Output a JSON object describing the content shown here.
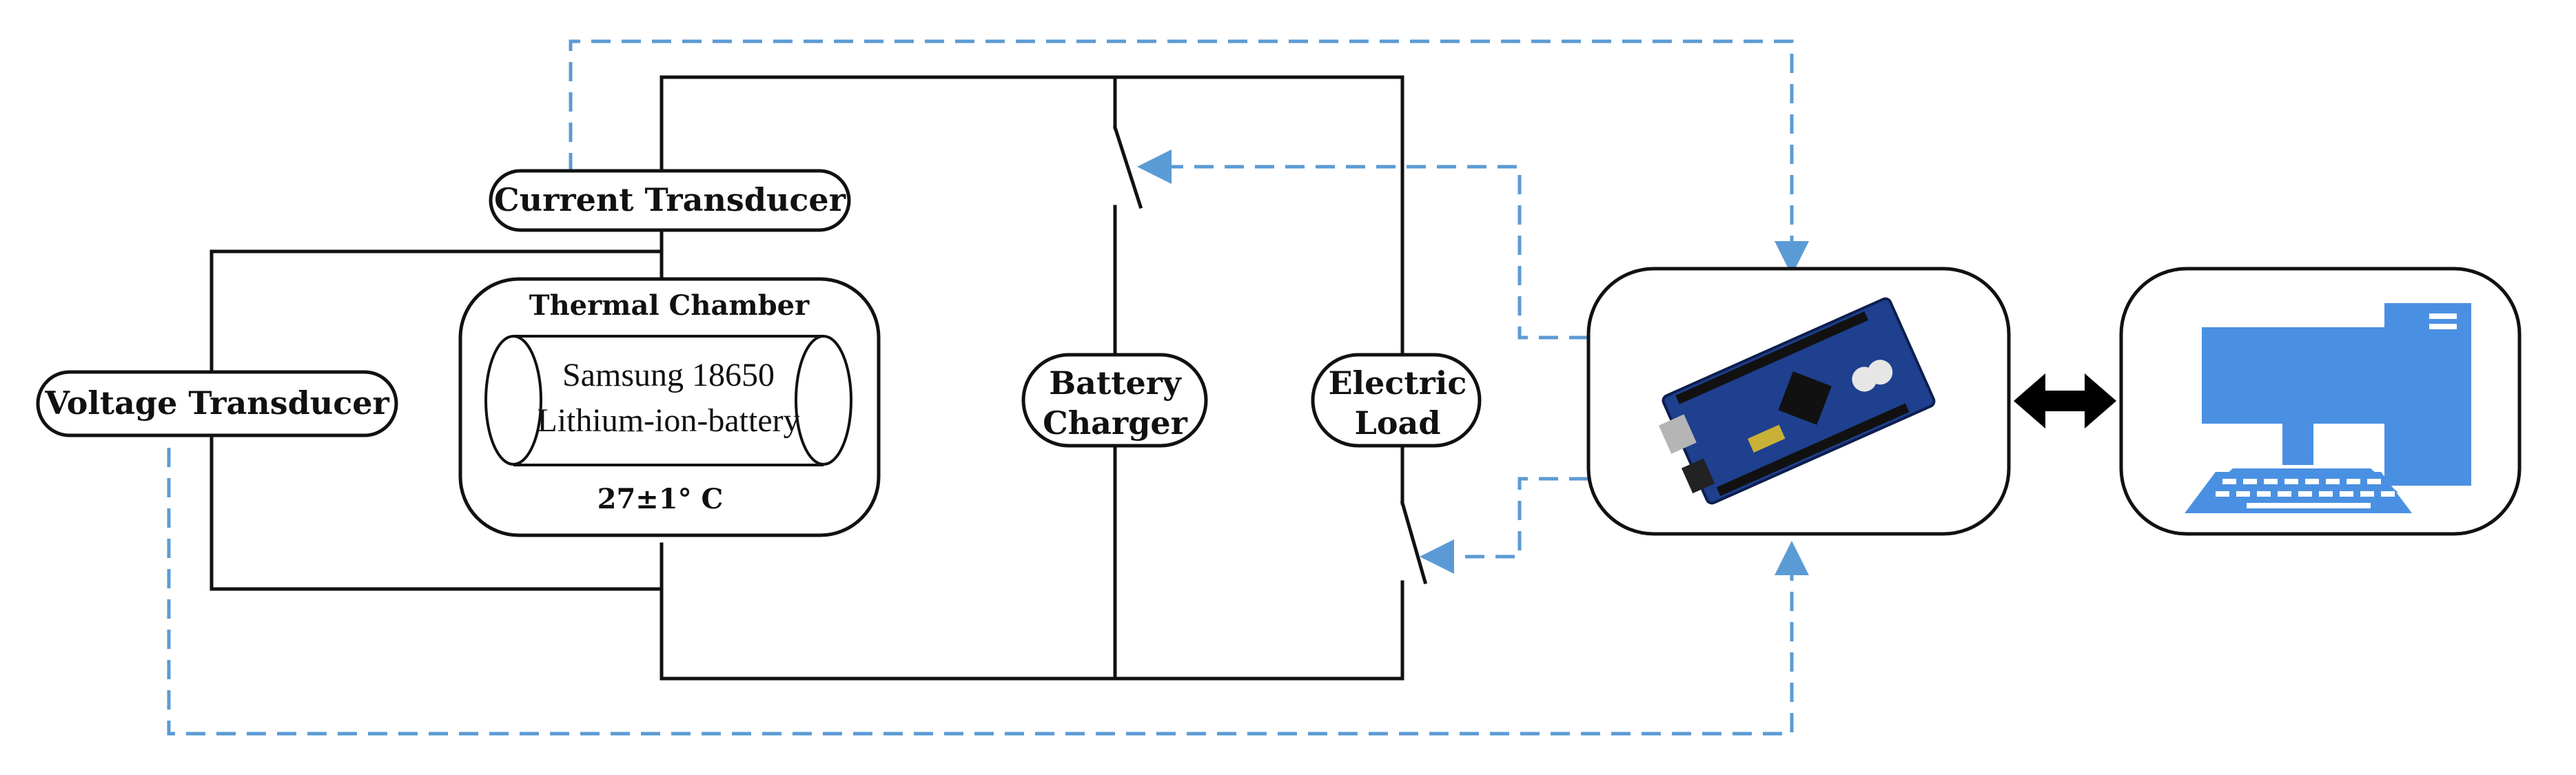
{
  "labels": {
    "current_transducer": "Current Transducer",
    "voltage_transducer": "Voltage Transducer",
    "thermal_chamber": "Thermal Chamber",
    "battery_line1": "Samsung 18650",
    "battery_line2": "Lithium-ion-battery",
    "temperature": "27±1° C",
    "charger_line1": "Battery",
    "charger_line2": "Charger",
    "load_line1": "Electric",
    "load_line2": "Load"
  },
  "colors": {
    "wire": "#111111",
    "signal": "#5b9bd5",
    "board": "#1f3f8f",
    "computer": "#4a90e2"
  },
  "icons": {
    "controller": "microcontroller-board-icon",
    "computer": "desktop-computer-icon",
    "link": "bidirectional-arrow-icon"
  }
}
